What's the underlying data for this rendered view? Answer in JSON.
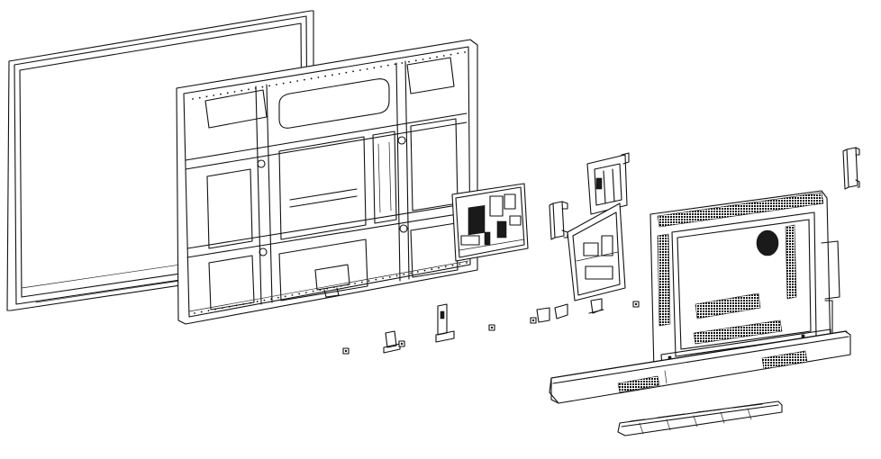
{
  "diagram": {
    "kind": "exploded-view",
    "colors": {
      "line": "#111111",
      "background": "#ffffff"
    },
    "parts": [
      "front-glass-frame",
      "middle-frame-chassis",
      "main-board",
      "handle-left",
      "mount-bracket",
      "power-board",
      "rear-cover",
      "handle-right",
      "bottom-bar",
      "speaker-grille",
      "small-brackets",
      "screws"
    ]
  }
}
